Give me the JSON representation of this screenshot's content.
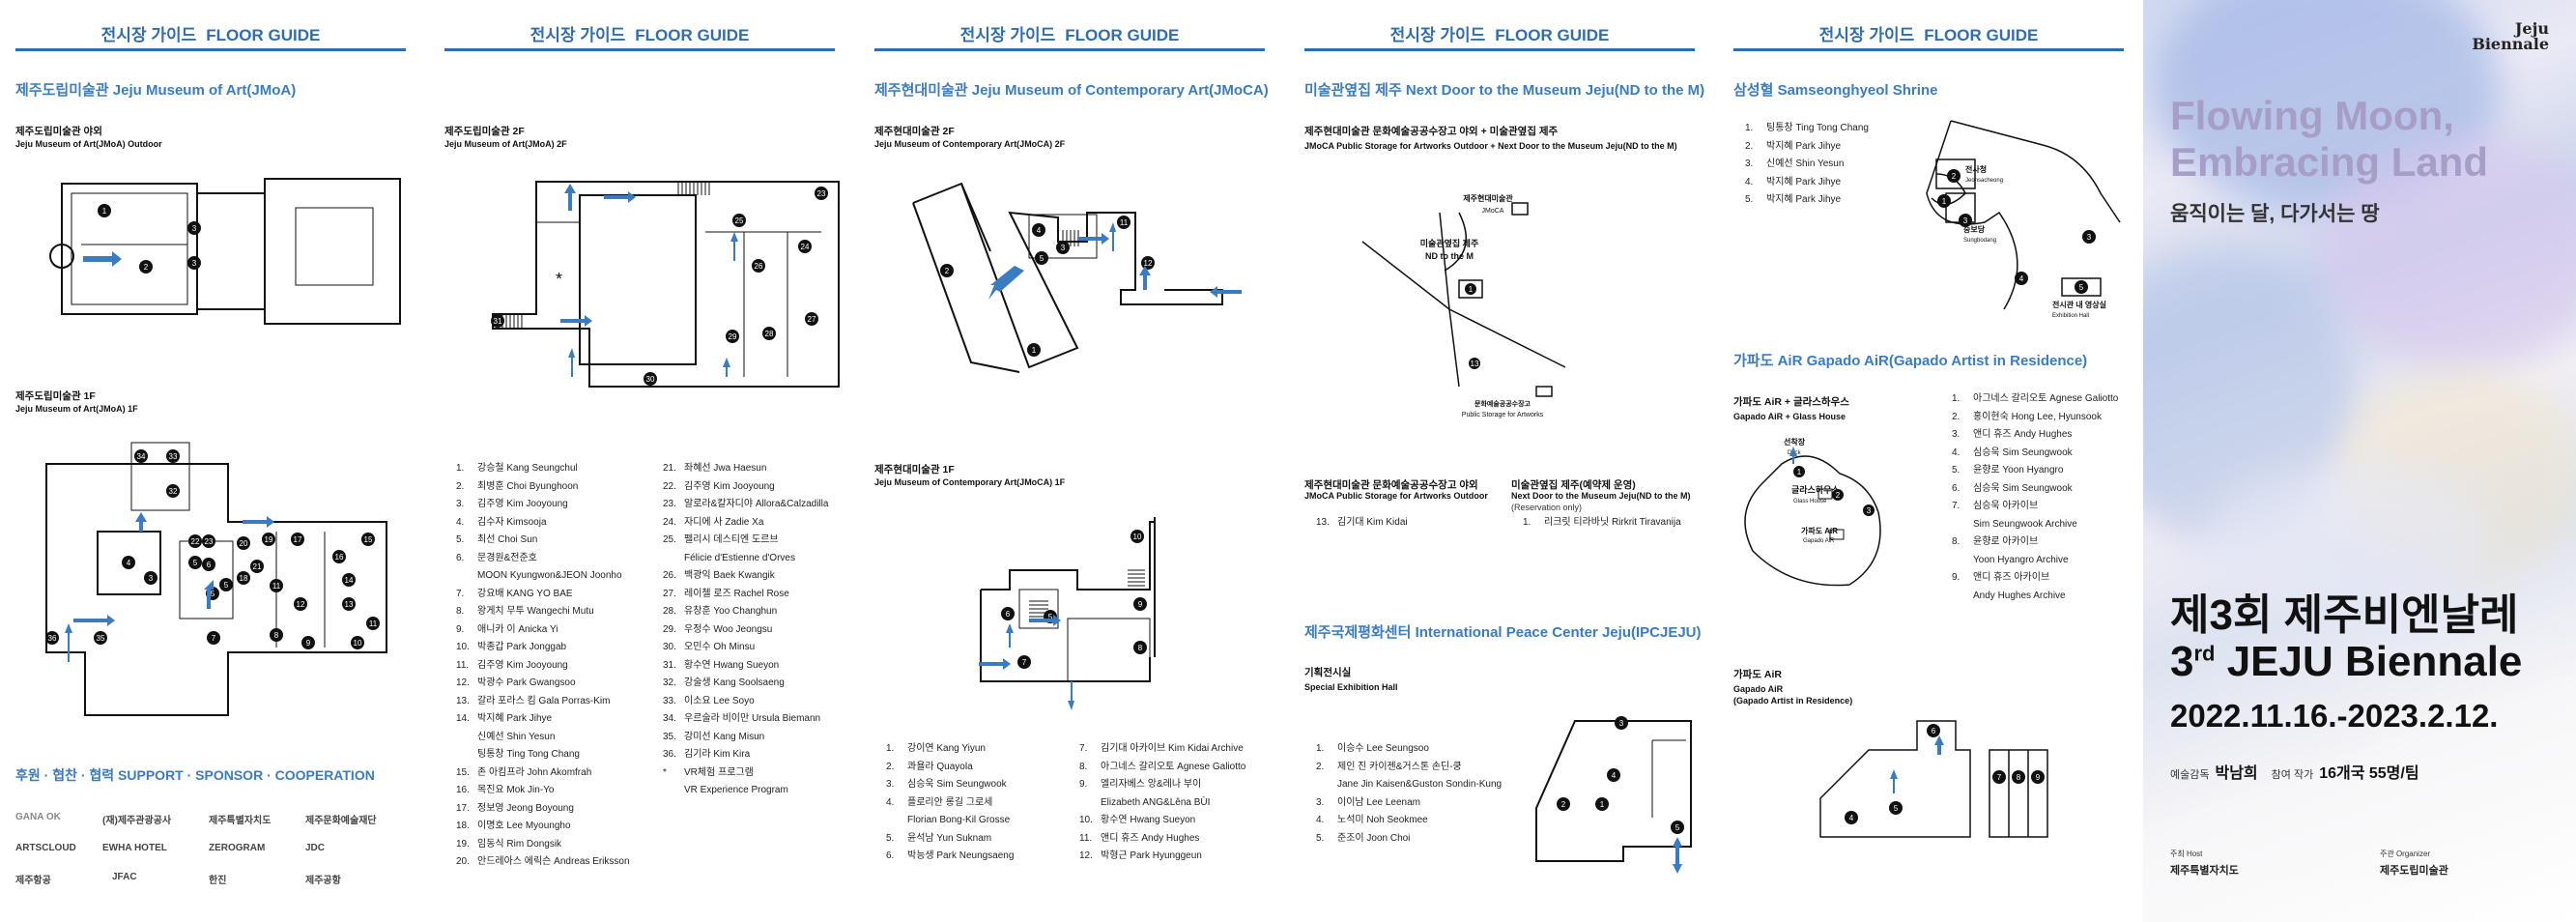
{
  "guide_header": {
    "ko": "전시장 가이드",
    "en": "FLOOR GUIDE"
  },
  "panel1": {
    "title": "제주도립미술관 Jeju Museum of Art(JMoA)",
    "outdoor_ko": "제주도립미술관 야외",
    "outdoor_en": "Jeju Museum of Art(JMoA) Outdoor",
    "f1_ko": "제주도립미술관 1F",
    "f1_en": "Jeju Museum of Art(JMoA) 1F",
    "sponsor_title": "후원 · 협찬 · 협력 SUPPORT · SPONSOR · COOPERATION",
    "logos": [
      "GANA OK",
      "(재)제주관광공사",
      "제주특별자치도",
      "제주문화예술재단",
      "ARTSCLOUD",
      "EWHA HOTEL",
      "ZEROGRAM",
      "JDC",
      "제주항공",
      "JFAC",
      "한진",
      "제주공항"
    ]
  },
  "panel2": {
    "f2_ko": "제주도립미술관 2F",
    "f2_en": "Jeju Museum of Art(JMoA) 2F",
    "artists_a": [
      [
        "1.",
        "강승철 Kang Seungchul"
      ],
      [
        "2.",
        "최병훈 Choi Byunghoon"
      ],
      [
        "3.",
        "김주영 Kim Jooyoung"
      ],
      [
        "4.",
        "김수자 Kimsooja"
      ],
      [
        "5.",
        "최선 Choi Sun"
      ],
      [
        "6.",
        "문경원&전준호",
        "MOON Kyungwon&JEON Joonho"
      ],
      [
        "7.",
        "강요배 KANG YO BAE"
      ],
      [
        "8.",
        "왕게치 무투 Wangechi Mutu"
      ],
      [
        "9.",
        "애니카 이 Anicka Yi"
      ],
      [
        "10.",
        "박종갑 Park Jonggab"
      ],
      [
        "11.",
        "김주영 Kim Jooyoung"
      ],
      [
        "12.",
        "박광수 Park Gwangsoo"
      ],
      [
        "13.",
        "갈라 포라스 킴 Gala Porras-Kim"
      ],
      [
        "14.",
        "박지혜 Park Jihye",
        "신예선 Shin Yesun",
        "팅통창 Ting Tong Chang"
      ],
      [
        "15.",
        "존 아킴프라 John Akomfrah"
      ],
      [
        "16.",
        "목진요 Mok Jin-Yo"
      ],
      [
        "17.",
        "정보영 Jeong Boyoung"
      ],
      [
        "18.",
        "이명호 Lee Myoungho"
      ],
      [
        "19.",
        "임동식 Rim Dongsik"
      ],
      [
        "20.",
        "안드레아스 에릭슨 Andreas Eriksson"
      ]
    ],
    "artists_b": [
      [
        "21.",
        "좌혜선 Jwa Haesun"
      ],
      [
        "22.",
        "김주영 Kim Jooyoung"
      ],
      [
        "23.",
        "알로라&칼자디야 Allora&Calzadilla"
      ],
      [
        "24.",
        "자디에 사 Zadie Xa"
      ],
      [
        "25.",
        "펠리시 데스티엔 도르브",
        "Félicie d'Estienne d'Orves"
      ],
      [
        "26.",
        "백광익 Baek Kwangik"
      ],
      [
        "27.",
        "레이첼 로즈 Rachel Rose"
      ],
      [
        "28.",
        "유창훈 Yoo Changhun"
      ],
      [
        "29.",
        "우정수 Woo Jeongsu"
      ],
      [
        "30.",
        "오민수 Oh Minsu"
      ],
      [
        "31.",
        "황수연 Hwang Sueyon"
      ],
      [
        "32.",
        "강술생 Kang Soolsaeng"
      ],
      [
        "33.",
        "이소요 Lee Soyo"
      ],
      [
        "34.",
        "우르술라 비이만 Ursula Biemann"
      ],
      [
        "35.",
        "강미선 Kang Misun"
      ],
      [
        "36.",
        "김기라 Kim Kira"
      ],
      [
        "*",
        "VR체험 프로그램",
        "VR Experience Program"
      ]
    ]
  },
  "panel3": {
    "title": "제주현대미술관 Jeju Museum of Contemporary Art(JMoCA)",
    "f2_ko": "제주현대미술관 2F",
    "f2_en": "Jeju Museum of Contemporary Art(JMoCA) 2F",
    "f1_ko": "제주현대미술관 1F",
    "f1_en": "Jeju Museum of Contemporary Art(JMoCA) 1F",
    "artists_a": [
      [
        "1.",
        "강이연 Kang Yiyun"
      ],
      [
        "2.",
        "콰욜라 Quayola"
      ],
      [
        "3.",
        "심승욱 Sim Seungwook"
      ],
      [
        "4.",
        "플로리안 롱길 그로세",
        "Florian Bong-Kil Grosse"
      ],
      [
        "5.",
        "윤석남 Yun Suknam"
      ],
      [
        "6.",
        "박능생 Park Neungsaeng"
      ]
    ],
    "artists_b": [
      [
        "7.",
        "김기대 아카이브 Kim Kidai Archive"
      ],
      [
        "8.",
        "아그네스 갈리오토 Agnese Galiotto"
      ],
      [
        "9.",
        "엘리자베스 앙&레나 부이",
        "Elizabeth ANG&Lêna BÙI"
      ],
      [
        "10.",
        "황수연 Hwang Sueyon"
      ],
      [
        "11.",
        "앤디 휴즈 Andy Hughes"
      ],
      [
        "12.",
        "박형근 Park Hyunggeun"
      ]
    ]
  },
  "panel4": {
    "title": "미술관옆집 제주 Next Door to the Museum Jeju(ND to the M)",
    "sub_ko": "제주현대미술관 문화예술공공수장고 야외 + 미술관옆집 제주",
    "sub_en": "JMoCA Public Storage for Artworks Outdoor + Next Door to the Museum Jeju(ND to the M)",
    "map_labels": {
      "jmoca_ko": "제주현대미술관",
      "jmoca_en": "JMoCA",
      "nd_ko": "미술관옆집 제주",
      "nd_en": "ND to the M",
      "storage_ko": "문화예술공공수장고",
      "storage_en": "Public Storage for Artworks"
    },
    "col1_ko": "제주현대미술관 문화예술공공수장고 야외",
    "col1_en": "JMoCA Public Storage for Artworks Outdoor",
    "col1_item": [
      "13.",
      "김기대 Kim Kidai"
    ],
    "col2_ko": "미술관옆집 제주(예약제 운영)",
    "col2_en": "Next Door to the Museum Jeju(ND to the M)",
    "col2_note": "(Reservation only)",
    "col2_item": [
      "1.",
      "리크릿 티라바닛 Rirkrit Tiravanija"
    ],
    "ipc_title": "제주국제평화센터 International Peace Center Jeju(IPCJEJU)",
    "ipc_sub_ko": "기획전시실",
    "ipc_sub_en": "Special Exhibition Hall",
    "ipc_artists": [
      [
        "1.",
        "이승수 Lee Seungsoo"
      ],
      [
        "2.",
        "제인 진 카이젠&거스톤 손딘-쿵",
        "Jane Jin Kaisen&Guston Sondin-Kung"
      ],
      [
        "3.",
        "이이남 Lee Leenam"
      ],
      [
        "4.",
        "노석미 Noh Seokmee"
      ],
      [
        "5.",
        "준조이 Joon Choi"
      ]
    ]
  },
  "panel5": {
    "shrine_title": "삼성혈 Samseonghyeol Shrine",
    "shrine_artists": [
      [
        "1.",
        "팅통창 Ting Tong Chang"
      ],
      [
        "2.",
        "박지혜 Park Jihye"
      ],
      [
        "3.",
        "신예선 Shin Yesun"
      ],
      [
        "4.",
        "박지혜 Park Jihye"
      ],
      [
        "5.",
        "박지혜 Park Jihye"
      ]
    ],
    "shrine_labels": {
      "a_ko": "전사청",
      "a_en": "Jeonsacheong",
      "b_ko": "숭보당",
      "b_en": "Sungbodang",
      "c_ko": "전시관 내 영상실",
      "c_en": "Exhibition Hall"
    },
    "gapado_title": "가파도 AiR  Gapado AiR(Gapado Artist in Residence)",
    "gapado_sub_ko": "가파도 AiR + 글라스하우스",
    "gapado_sub_en": "Gapado AiR + Glass House",
    "gapado_labels": {
      "dock_ko": "선착장",
      "dock_en": "Dock",
      "glass_ko": "글라스하우스",
      "glass_en": "Glass House",
      "air_ko": "가파도 AiR",
      "air_en": "Gapado AiR"
    },
    "gapado_artists": [
      [
        "1.",
        "아그네스 갈리오토 Agnese Galiotto"
      ],
      [
        "2.",
        "홍이현숙 Hong Lee, Hyunsook"
      ],
      [
        "3.",
        "앤디 휴즈 Andy Hughes"
      ],
      [
        "4.",
        "심승욱 Sim Seungwook"
      ],
      [
        "5.",
        "윤향로 Yoon Hyangro"
      ],
      [
        "6.",
        "심승욱 Sim Seungwook"
      ],
      [
        "7.",
        "심승욱 아카이브",
        "Sim Seungwook Archive"
      ],
      [
        "8.",
        "윤향로 아카이브",
        "Yoon Hyangro Archive"
      ],
      [
        "9.",
        "앤디 휴즈 아카이브",
        "Andy Hughes Archive"
      ]
    ],
    "gapado2_ko": "가파도 AiR",
    "gapado2_en": "Gapado AiR",
    "gapado2_en2": "(Gapado Artist in Residence)"
  },
  "cover": {
    "logo_line1": "Jeju",
    "logo_line2": "Biennale",
    "title_en": "Flowing Moon, Embracing Land",
    "title_ko": "움직이는 달, 다가서는 땅",
    "bien_ko": "제3회 제주비엔날레",
    "bien_num": "3",
    "bien_sup": "rd",
    "bien_en": " JEJU Biennale",
    "dates": "2022.11.16.-2023.2.12.",
    "director_lbl": "예술감독",
    "director": "박남희",
    "artists_lbl": "참여 작가",
    "artists_val": "16개국 55명/팀",
    "host_lbl": "주최 Host",
    "host": "제주특별자치도",
    "org_lbl": "주관 Organizer",
    "org": "제주도립미술관"
  }
}
